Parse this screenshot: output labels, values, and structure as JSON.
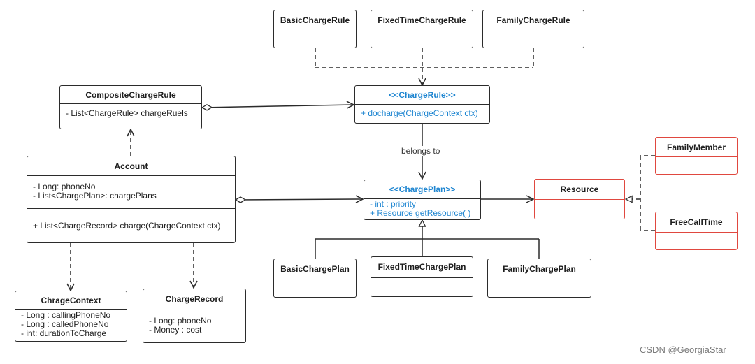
{
  "classes": {
    "basic_charge_rule": {
      "name": "BasicChargeRule"
    },
    "fixed_time_charge_rule": {
      "name": "FixedTimeChargeRule"
    },
    "family_charge_rule": {
      "name": "FamilyChargeRule"
    },
    "composite_charge_rule": {
      "name": "CompositeChargeRule",
      "attributes": [
        "- List<ChargeRule> chargeRuels"
      ]
    },
    "charge_rule": {
      "name": "<<ChargeRule>>",
      "methods": [
        "+ docharge(ChargeContext ctx)"
      ]
    },
    "account": {
      "name": "Account",
      "attributes": [
        "- Long: phoneNo",
        "- List<ChargePlan>: chargePlans"
      ],
      "methods": [
        "+ List<ChargeRecord> charge(ChargeContext ctx)"
      ]
    },
    "charge_plan": {
      "name": "<<ChargePlan>>",
      "attributes": [
        "-  int : priority",
        "+ Resource getResource( )"
      ]
    },
    "resource": {
      "name": "Resource"
    },
    "family_member": {
      "name": "FamilyMember"
    },
    "free_call_time": {
      "name": "FreeCallTime"
    },
    "basic_charge_plan": {
      "name": "BasicChargePlan"
    },
    "fixed_time_charge_plan": {
      "name": "FixedTimeChargePlan"
    },
    "family_charge_plan": {
      "name": "FamilyChargePlan"
    },
    "chrage_context": {
      "name": "ChrageContext",
      "attributes": [
        "- Long : callingPhoneNo",
        "- Long : calledPhoneNo",
        "- int: durationToCharge"
      ]
    },
    "charge_record": {
      "name": "ChargeRecord",
      "attributes": [
        "- Long: phoneNo",
        "- Money : cost"
      ]
    }
  },
  "edge_labels": {
    "belongs_to": "belongs to"
  },
  "watermark": "CSDN @GeorgiaStar",
  "colors": {
    "line": "#2b2b2b",
    "interface_text": "#1f86d1",
    "highlight_border": "#e0483f"
  }
}
